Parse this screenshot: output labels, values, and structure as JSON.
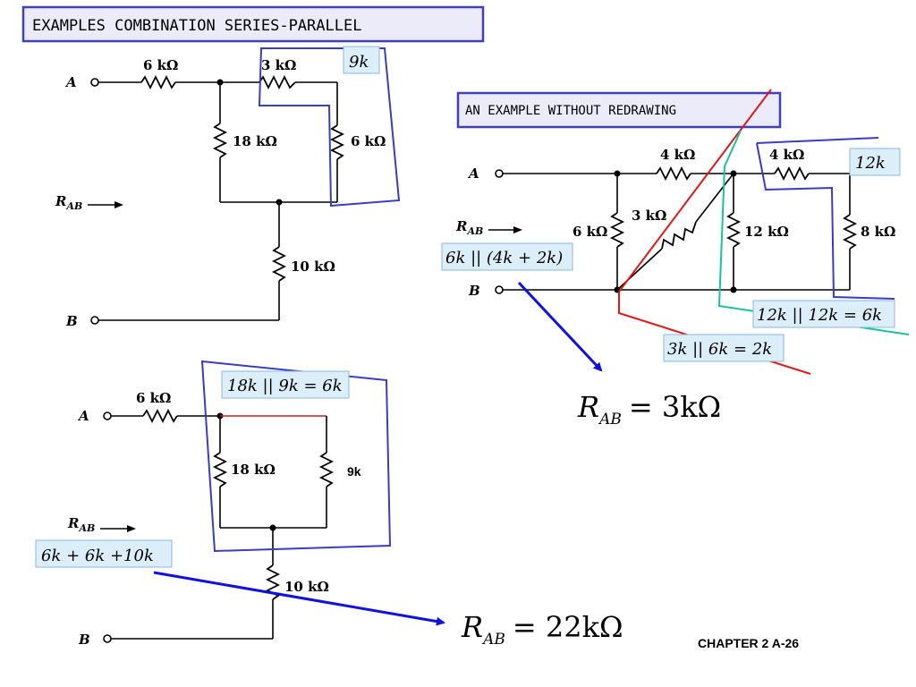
{
  "titles": {
    "main": "EXAMPLES COMBINATION SERIES-PARALLEL",
    "second": "AN EXAMPLE WITHOUT REDRAWING"
  },
  "colors": {
    "title_border": "#3f3fbf",
    "title_fill": "#ecebfa",
    "annotation_blue": "#3b3bc4",
    "arrow_blue": "#1010e0",
    "red_line": "#e01818",
    "teal_line": "#18c49a",
    "note_box": "#dbeefa"
  },
  "circuit1": {
    "terminal_a": "A",
    "terminal_b": "B",
    "rab": "R",
    "rab_sub": "AB",
    "r_6k": "6 kΩ",
    "r_3k": "3 kΩ",
    "r_18k": "18 kΩ",
    "r_6k_right": "6 kΩ",
    "r_10k": "10 kΩ",
    "note_9k": "9k"
  },
  "circuit2": {
    "terminal_a": "A",
    "terminal_b": "B",
    "rab": "R",
    "rab_sub": "AB",
    "r_6k": "6 kΩ",
    "r_18k": "18 kΩ",
    "r_9k": "9k",
    "r_10k": "10 kΩ",
    "note_parallel": "18k || 9k = 6k",
    "note_series": "6k + 6k +10k",
    "result_prefix": "R",
    "result_sub": "AB",
    "result_value": "= 22kΩ"
  },
  "circuit3": {
    "terminal_a": "A",
    "terminal_b": "B",
    "rab": "R",
    "rab_sub": "AB",
    "r_4k_top": "4 kΩ",
    "r_4k_right": "4 kΩ",
    "r_6k": "6 kΩ",
    "r_3k": "3 kΩ",
    "r_12k": "12 kΩ",
    "r_8k": "8 kΩ",
    "note_12k": "12k",
    "note_6k_par": "6k || (4k + 2k)",
    "note_12k_par": "12k || 12k = 6k",
    "note_3k_par": "3k || 6k = 2k",
    "result_prefix": "R",
    "result_sub": "AB",
    "result_value": "= 3kΩ"
  },
  "footer": {
    "chapter": "CHAPTER 2 A-26"
  }
}
